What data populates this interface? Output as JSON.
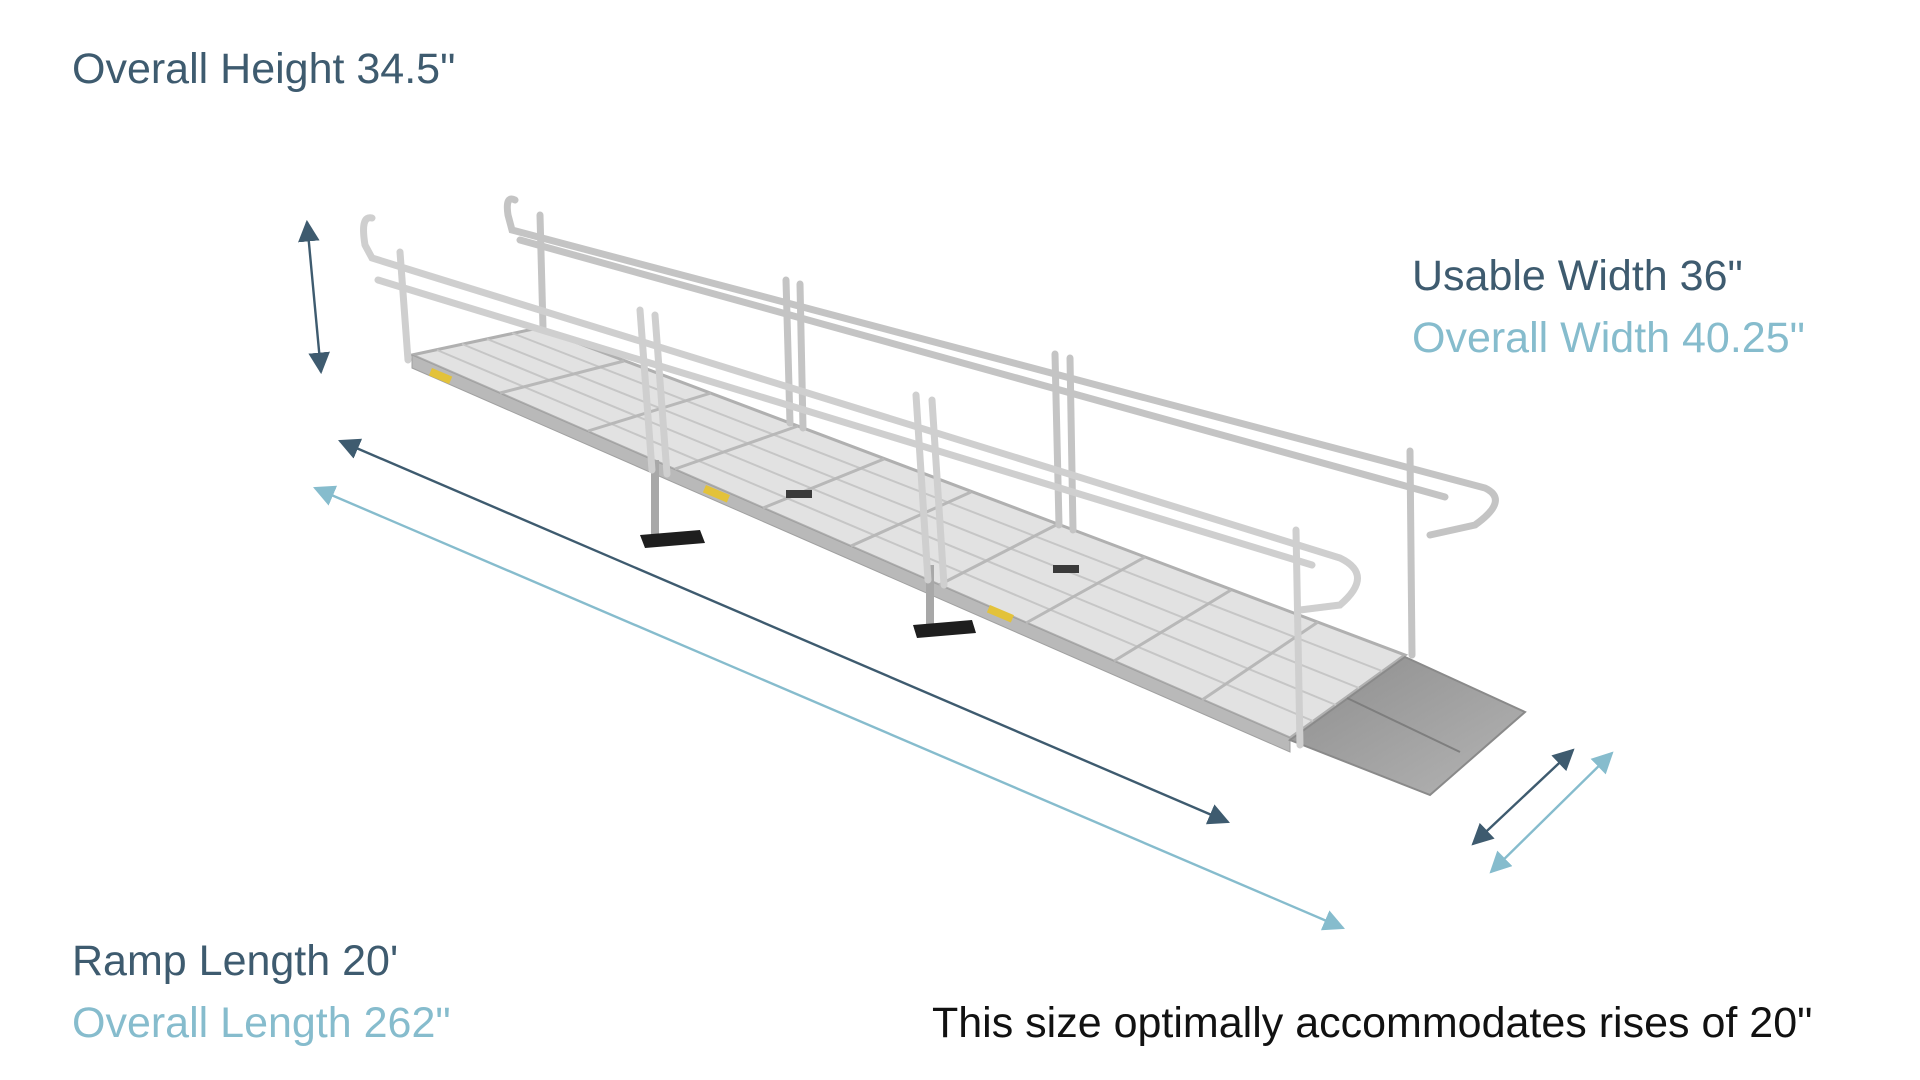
{
  "labels": {
    "overall_height": "Overall Height 34.5\"",
    "usable_width": "Usable Width 36\"",
    "overall_width": "Overall Width 40.25\"",
    "ramp_length": "Ramp Length 20'",
    "overall_length": "Overall Length 262\"",
    "note": "This size optimally accommodates rises of 20\""
  },
  "colors": {
    "dimension_dark": "#3e5b6f",
    "dimension_light": "#86bccd",
    "note_text": "#111111",
    "rail": "#c9c9c9",
    "deck": "#d8d8d8",
    "threshold": "#9a9a9a"
  },
  "illustration": {
    "subject": "modular aluminum wheelchair ramp with handrails, grated deck, support legs and threshold plate",
    "icons": [
      "dimension-arrow-icon",
      "ramp-illustration"
    ]
  }
}
